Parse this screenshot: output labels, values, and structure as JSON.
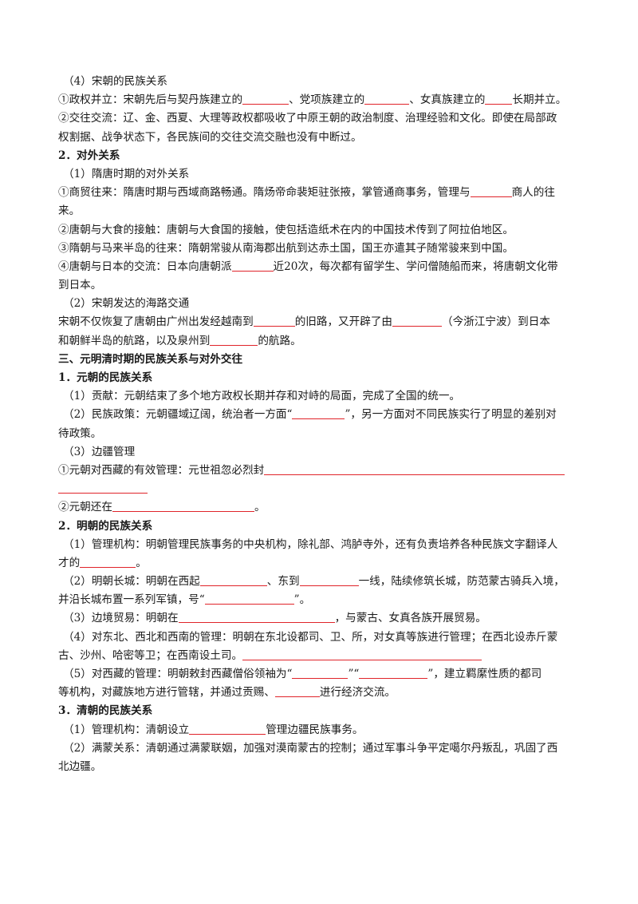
{
  "lines": [
    {
      "style": "ind",
      "parts": [
        "（4）宋朝的民族关系"
      ]
    },
    {
      "style": "",
      "parts": [
        "①政权并立：宋朝先后与契丹族建立的",
        {
          "blank": 58
        },
        "、党项族建立的",
        {
          "blank": 56
        },
        "、女真族建立的",
        {
          "blank": 34
        },
        "长期并立。"
      ]
    },
    {
      "style": "",
      "parts": [
        "②交往交流：辽、金、西夏、大理等政权都吸收了中原王朝的政治制度、治理经验和文化。即使在局部政"
      ]
    },
    {
      "style": "cont",
      "parts": [
        "权割据、战争状态下，各民族间的交往交流交融也没有中断过。"
      ]
    },
    {
      "style": "bold",
      "parts": [
        "2．对外关系"
      ]
    },
    {
      "style": "ind",
      "parts": [
        "（1）隋唐时期的对外关系"
      ]
    },
    {
      "style": "",
      "parts": [
        "①商贸往来：隋唐时期与西域商路畅通。隋炀帝命裴矩驻张掖，掌管通商事务，管理与",
        {
          "blank": 52
        },
        "商人的往"
      ]
    },
    {
      "style": "cont",
      "parts": [
        "来。"
      ]
    },
    {
      "style": "",
      "parts": [
        "②唐朝与大食的接触：唐朝与大食国的接触，使包括造纸术在内的中国技术传到了阿拉伯地区。"
      ]
    },
    {
      "style": "",
      "parts": [
        "③隋朝与马来半岛的往来：隋朝常骏从南海郡出航到达赤土国，国王亦遣其子随常骏来到中国。"
      ]
    },
    {
      "style": "",
      "parts": [
        "④唐朝与日本的交流：日本向唐朝派",
        {
          "blank": 52
        },
        "近20次，每次都有留学生、学问僧随船而来，将唐朝文化带"
      ]
    },
    {
      "style": "cont",
      "parts": [
        "到日本。"
      ]
    },
    {
      "style": "ind",
      "parts": [
        "（2）宋朝发达的海路交通"
      ]
    },
    {
      "style": "",
      "parts": [
        "宋朝不仅恢复了唐朝由广州出发经越南到",
        {
          "blank": 52
        },
        "的旧路，又开辟了由",
        {
          "blank": 62
        },
        "（今浙江宁波）到日本"
      ]
    },
    {
      "style": "cont",
      "parts": [
        "和朝鲜半岛的航路，以及泉州到",
        {
          "blank": 60
        },
        "的航路。"
      ]
    },
    {
      "style": "bold",
      "parts": [
        "三、元明清时期的民族关系与对外交往"
      ]
    },
    {
      "style": "bold",
      "parts": [
        "1．元朝的民族关系"
      ]
    },
    {
      "style": "ind",
      "parts": [
        "（1）贡献：元朝结束了多个地方政权长期并存和对峙的局面，完成了全国的统一。"
      ]
    },
    {
      "style": "ind",
      "parts": [
        "（2）民族政策：元朝疆域辽阔，统治者一方面“",
        {
          "blank": 66
        },
        "”，另一方面对不同民族实行了明显的差别对"
      ]
    },
    {
      "style": "cont",
      "parts": [
        "待政策。"
      ]
    },
    {
      "style": "ind",
      "parts": [
        "（3）边疆管理"
      ]
    },
    {
      "style": "",
      "parts": [
        "①元朝对西藏的有效管理：元世祖忽必烈封",
        {
          "blank": 377
        }
      ]
    },
    {
      "style": "cont",
      "parts": [
        {
          "blank": 112
        }
      ]
    },
    {
      "style": "",
      "parts": [
        "②元朝还在",
        {
          "blank": 178
        },
        "。"
      ]
    },
    {
      "style": "bold",
      "parts": [
        "2．明朝的民族关系"
      ]
    },
    {
      "style": "ind",
      "parts": [
        "（1）管理机构：明朝管理民族事务的中央机构，除礼部、鸿胪寺外，还有负责培养各种民族文字翻译人"
      ]
    },
    {
      "style": "cont",
      "parts": [
        "才的",
        {
          "blank": 70
        },
        "。"
      ]
    },
    {
      "style": "ind",
      "parts": [
        "（2）明朝长城：明朝在西起",
        {
          "blank": 84
        },
        "、东到",
        {
          "blank": 74
        },
        "一线，陆续修筑长城，防范蒙古骑兵入境，"
      ]
    },
    {
      "style": "cont",
      "parts": [
        "并沿长城布置一系列军镇，号“",
        {
          "blank": 112
        },
        "”。"
      ]
    },
    {
      "style": "ind",
      "parts": [
        "（3）边境贸易：明朝在",
        {
          "blank": 196
        },
        "，与蒙古、女真各族开展贸易。"
      ]
    },
    {
      "style": "ind",
      "parts": [
        "（4）对东北、西北和西南的管理：明朝在东北设都司、卫、所，对女真等族进行管理；在西北设赤斤蒙"
      ]
    },
    {
      "style": "cont",
      "parts": [
        "古、沙州、哈密等卫；在西南设土司。",
        {
          "blank": 300
        }
      ]
    },
    {
      "style": "ind",
      "parts": [
        "（5）对西藏的管理：明朝敕封西藏僧俗领袖为“",
        {
          "blank": 70
        },
        "”“",
        {
          "blank": 86
        },
        "”，建立羁縻性质的都司"
      ]
    },
    {
      "style": "cont",
      "parts": [
        "等机构，对藏族地方进行管辖，并通过贡赐、",
        {
          "blank": 56
        },
        "进行经济交流。"
      ]
    },
    {
      "style": "bold",
      "parts": [
        "3．清朝的民族关系"
      ]
    },
    {
      "style": "ind",
      "parts": [
        "（1）管理机构：清朝设立",
        {
          "blank": 96
        },
        "管理边疆民族事务。"
      ]
    },
    {
      "style": "ind",
      "parts": [
        "（2）满蒙关系：清朝通过满蒙联姻，加强对漠南蒙古的控制；通过军事斗争平定噶尔丹叛乱，巩固了西"
      ]
    },
    {
      "style": "cont",
      "parts": [
        "北边疆。"
      ]
    }
  ]
}
